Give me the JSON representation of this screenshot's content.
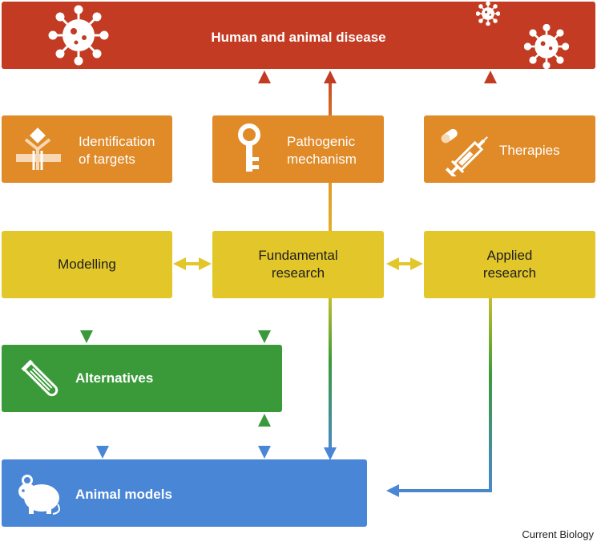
{
  "colors": {
    "disease": "#c23b22",
    "orange": "#e08a28",
    "yellow": "#e2c62a",
    "green": "#3a9a3a",
    "blue": "#4a86d6"
  },
  "disease": {
    "label": "Human and animal disease",
    "icon": "virus-icon"
  },
  "targets": {
    "line1": "Identification",
    "line2": "of targets",
    "icon": "antibody-receptor-icon"
  },
  "pathogenic": {
    "line1": "Pathogenic",
    "line2": "mechanism",
    "icon": "key-icon"
  },
  "therapies": {
    "label": "Therapies",
    "icon": "syringe-pill-icon"
  },
  "modelling": {
    "label": "Modelling"
  },
  "fundamental": {
    "line1": "Fundamental",
    "line2": "research"
  },
  "applied": {
    "line1": "Applied",
    "line2": "research"
  },
  "alternatives": {
    "label": "Alternatives",
    "icon": "test-tube-icon"
  },
  "animal_models": {
    "label": "Animal models",
    "icon": "mouse-icon"
  },
  "caption": "Current Biology"
}
